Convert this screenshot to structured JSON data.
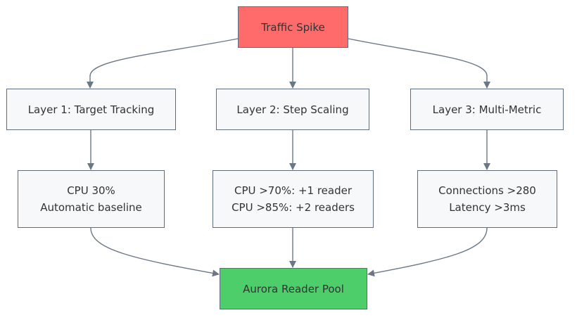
{
  "diagram": {
    "colors": {
      "edge": "#6b7785",
      "node_border": "#5f6c7b",
      "node_fill": "#f7f8fa",
      "start_fill": "#ff6b6b",
      "end_fill": "#4dce6a"
    },
    "nodes": {
      "traffic_spike": {
        "label": "Traffic Spike"
      },
      "layer1": {
        "label": "Layer 1: Target Tracking"
      },
      "layer2": {
        "label": "Layer 2: Step Scaling"
      },
      "layer3": {
        "label": "Layer 3: Multi-Metric"
      },
      "layer1_detail": {
        "lines": [
          "CPU 30%",
          "Automatic baseline"
        ]
      },
      "layer2_detail": {
        "lines": [
          "CPU >70%: +1 reader",
          "CPU >85%: +2 readers"
        ]
      },
      "layer3_detail": {
        "lines": [
          "Connections >280",
          "Latency >3ms"
        ]
      },
      "reader_pool": {
        "label": "Aurora Reader Pool"
      }
    }
  }
}
